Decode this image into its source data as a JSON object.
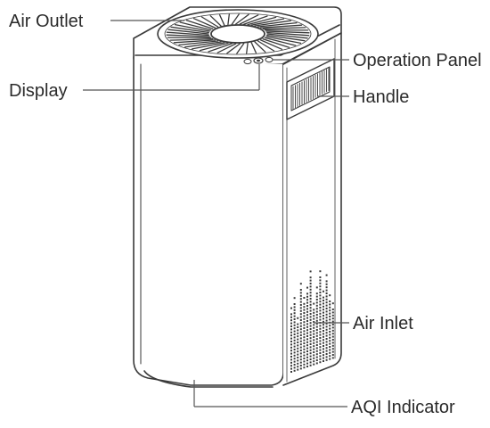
{
  "labels": {
    "air_outlet": "Air Outlet",
    "display": "Display",
    "operation_panel": "Operation Panel",
    "handle": "Handle",
    "air_inlet": "Air Inlet",
    "aqi_indicator": "AQI Indicator"
  },
  "colors": {
    "outline": "#3a3a3a",
    "text": "#2b2b2b",
    "leader": "#555555"
  }
}
